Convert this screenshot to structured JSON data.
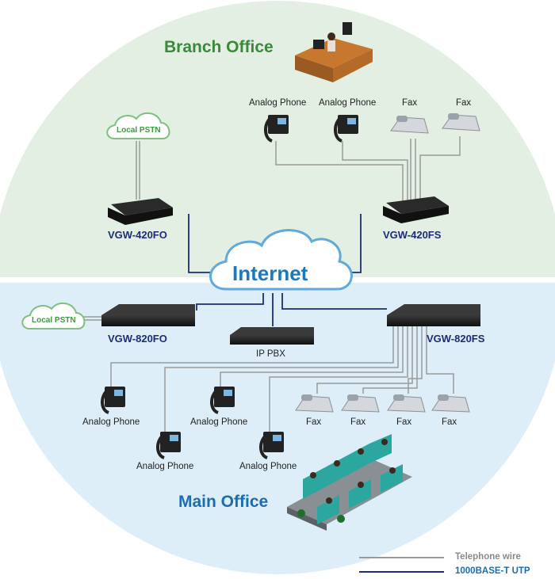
{
  "titles": {
    "branch": "Branch Office",
    "main": "Main Office",
    "internet": "Internet"
  },
  "devices": {
    "vgw420fo": "VGW-420FO",
    "vgw420fs": "VGW-420FS",
    "vgw820fo": "VGW-820FO",
    "vgw820fs": "VGW-820FS",
    "ippbx": "IP PBX"
  },
  "pstn": {
    "branch": "Local PSTN",
    "main": "Local PSTN"
  },
  "branch_endpoints": [
    "Analog Phone",
    "Analog Phone",
    "Fax",
    "Fax"
  ],
  "main_phones": [
    "Analog Phone",
    "Analog Phone",
    "Analog Phone",
    "Analog Phone"
  ],
  "main_faxes": [
    "Fax",
    "Fax",
    "Fax",
    "Fax"
  ],
  "legend": {
    "telephone": {
      "label": "Telephone wire",
      "color": "#9a9a9a"
    },
    "utp": {
      "label": "1000BASE-T UTP",
      "color": "#1b2d7a"
    }
  },
  "colors": {
    "branch_bg": "#e3efe3",
    "main_bg": "#ddeef8",
    "cloud_border": "#5ea9dd"
  }
}
